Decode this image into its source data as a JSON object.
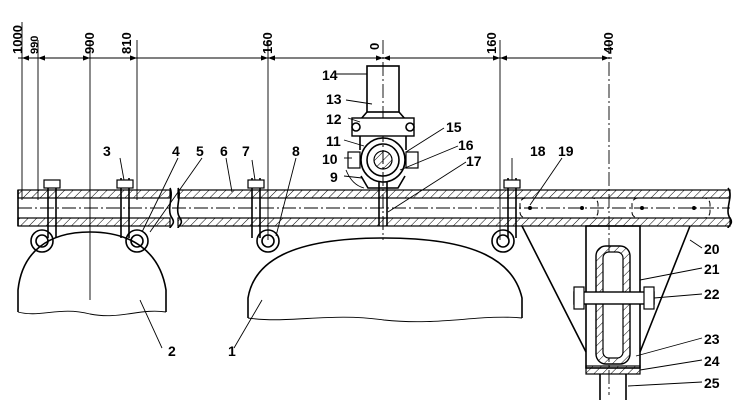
{
  "dimensions": [
    "1000",
    "990",
    "900",
    "810",
    "160",
    "0",
    "160",
    "400"
  ],
  "callouts": [
    "1",
    "2",
    "3",
    "4",
    "5",
    "6",
    "7",
    "8",
    "9",
    "10",
    "11",
    "12",
    "13",
    "14",
    "15",
    "16",
    "17",
    "18",
    "19",
    "20",
    "21",
    "22",
    "23",
    "24",
    "25"
  ]
}
